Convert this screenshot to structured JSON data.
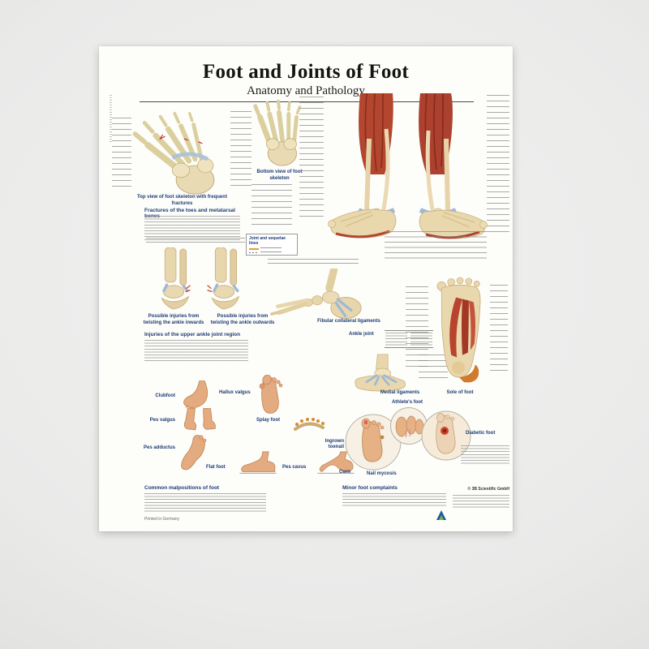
{
  "scene": {
    "background": "#ebebeb"
  },
  "poster": {
    "title": "Foot and Joints of Foot",
    "subtitle": "Anatomy and Pathology",
    "copyright": "© 3B Scientific GmbH",
    "printed_note": "Printed in Germany",
    "colors": {
      "caption_blue": "#1d3c74",
      "bone": "#e8d8ae",
      "muscle_red": "#b04331",
      "ligament_blue": "#a9c2da",
      "skin": "#e3a97e"
    }
  },
  "sections": {
    "fractures": {
      "caption": "Top view of foot skeleton with frequent fractures",
      "heading": "Fractures of the toes and metatarsal bones"
    },
    "bottom_view": {
      "caption": "Bottom view of foot skeleton"
    },
    "legend": {
      "title": "Joint and sequelae lines"
    },
    "ankle_injuries": {
      "caption_inwards": "Possible injuries from twisting the ankle inwards",
      "caption_outwards": "Possible injuries from twisting the ankle outwards",
      "heading": "Injuries of the upper ankle joint region"
    },
    "ligaments": {
      "fibular": "Fibular collateral ligaments",
      "ankle_joint": "Ankle joint",
      "medial": "Medial ligaments"
    },
    "sole": {
      "caption": "Sole of foot"
    },
    "malpositions": {
      "heading": "Common malpositions of foot",
      "labels": [
        "Clubfoot",
        "Hallux valgus",
        "Pes valgus",
        "Splay foot",
        "Pes adductus",
        "Flat foot",
        "Pes cavus"
      ]
    },
    "complaints": {
      "heading": "Minor foot complaints",
      "ingrown": "Ingrown toenail",
      "corn": "Corn",
      "nail_mycosis": "Nail mycosis",
      "athletes_foot": "Athlete's foot",
      "diabetic": "Diabetic foot"
    }
  }
}
